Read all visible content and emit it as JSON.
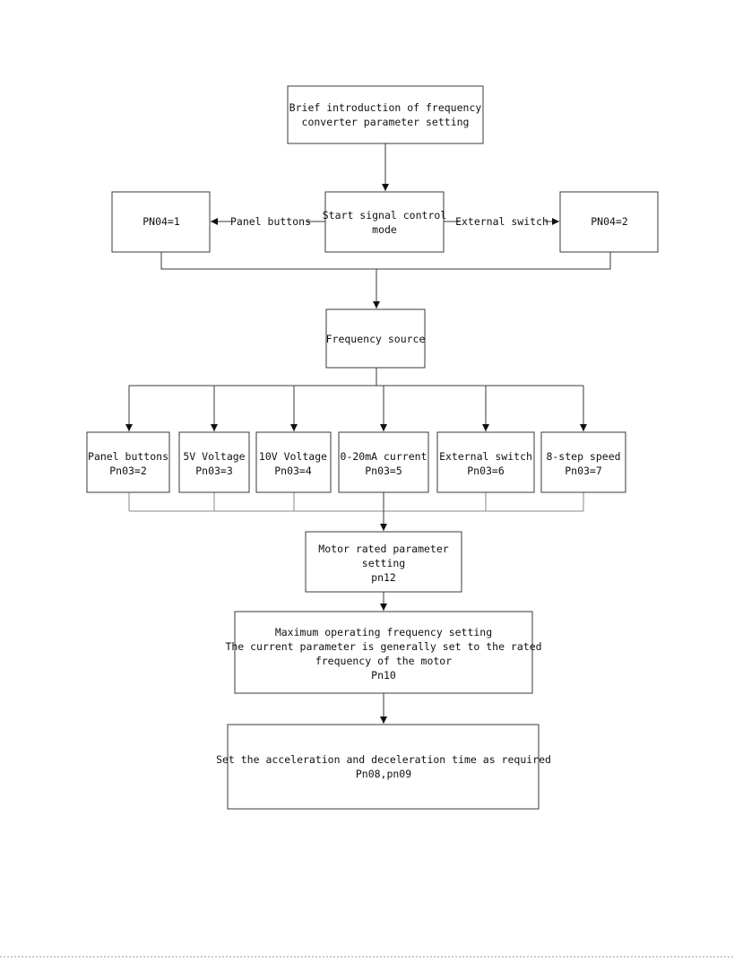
{
  "diagram": {
    "nodes": {
      "intro": [
        "Brief introduction of frequency",
        "converter parameter setting"
      ],
      "start_signal": [
        "Start signal control",
        "mode"
      ],
      "pn04_1": [
        "PN04=1"
      ],
      "pn04_2": [
        "PN04=2"
      ],
      "freq_source": [
        "Frequency source"
      ],
      "src_panel": [
        "Panel buttons",
        "Pn03=2"
      ],
      "src_5v": [
        "5V Voltage",
        "Pn03=3"
      ],
      "src_10v": [
        "10V Voltage",
        "Pn03=4"
      ],
      "src_current": [
        "0-20mA current",
        "Pn03=5"
      ],
      "src_external": [
        "External switch",
        "Pn03=6"
      ],
      "src_8step": [
        "8-step speed",
        "Pn03=7"
      ],
      "motor_rated": [
        "Motor rated parameter",
        "setting",
        "pn12"
      ],
      "max_freq": [
        "Maximum operating frequency setting",
        "The current parameter is generally set to the rated",
        "frequency of the motor",
        "Pn10"
      ],
      "accel_decel": [
        "Set the acceleration and deceleration time as required",
        "Pn08,pn09"
      ]
    },
    "edge_labels": {
      "panel_buttons": "Panel buttons",
      "external_switch": "External switch"
    }
  }
}
